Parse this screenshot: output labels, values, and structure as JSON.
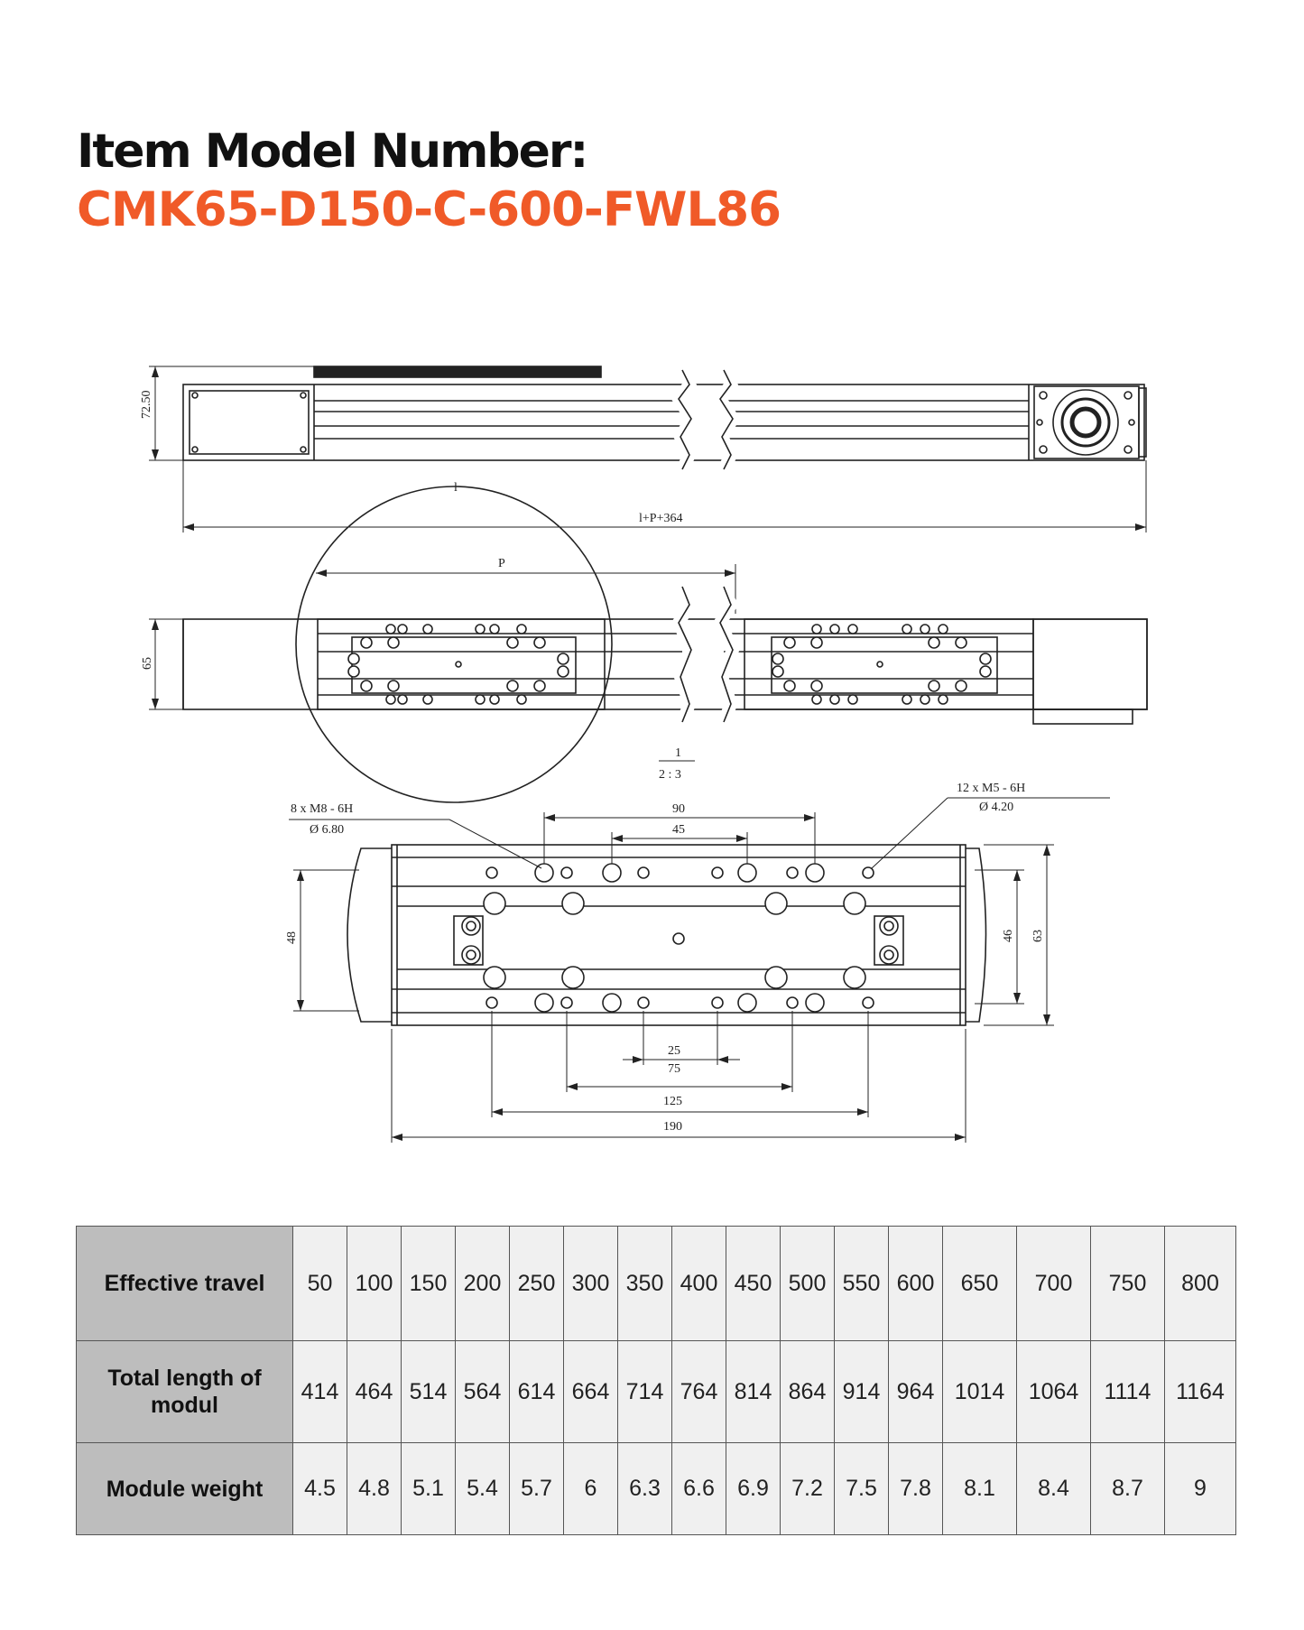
{
  "header": {
    "heading": "Item Model Number:",
    "model_number": "CMK65-D150-C-600-FWL86"
  },
  "drawing": {
    "height_label": "72.50",
    "length_label_l": "l",
    "length_label_total": "l+P+364",
    "pitch_label": "P",
    "width_label": "65",
    "scale_num": "1",
    "scale_den": "2 : 3",
    "m8_label": "8 x  M8 - 6H",
    "m8_dia": "Ø 6.80",
    "m5_label": "12 x  M5 - 6H",
    "m5_dia": "Ø 4.20",
    "dim_90": "90",
    "dim_45": "45",
    "dim_25": "25",
    "dim_75": "75",
    "dim_125": "125",
    "dim_190": "190",
    "dim_48": "48",
    "dim_46": "46",
    "dim_63": "63"
  },
  "table": {
    "rows": [
      {
        "label": "Effective travel",
        "values": [
          "50",
          "100",
          "150",
          "200",
          "250",
          "300",
          "350",
          "400",
          "450",
          "500",
          "550",
          "600",
          "650",
          "700",
          "750",
          "800"
        ]
      },
      {
        "label": "Total length of modul",
        "values": [
          "414",
          "464",
          "514",
          "564",
          "614",
          "664",
          "714",
          "764",
          "814",
          "864",
          "914",
          "964",
          "1014",
          "1064",
          "1114",
          "1164"
        ]
      },
      {
        "label": "Module weight",
        "values": [
          "4.5",
          "4.8",
          "5.1",
          "5.4",
          "5.7",
          "6",
          "6.3",
          "6.6",
          "6.9",
          "7.2",
          "7.5",
          "7.8",
          "8.1",
          "8.4",
          "8.7",
          "9"
        ]
      }
    ]
  }
}
